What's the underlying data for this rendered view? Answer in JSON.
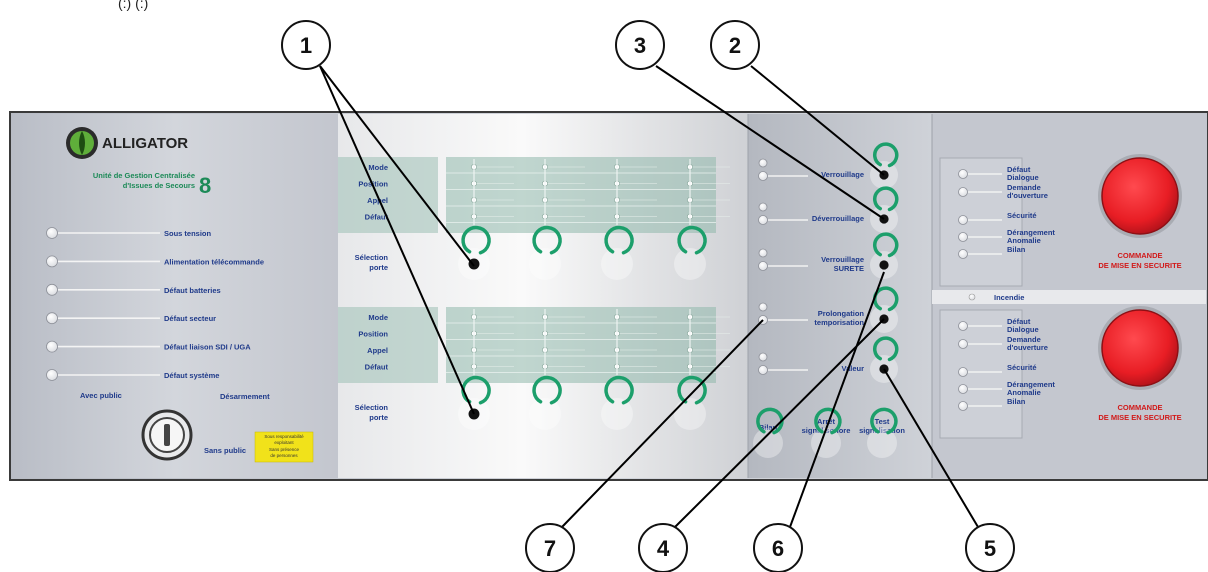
{
  "header_fragment": "(:) (:)",
  "brand": {
    "name": "ALLIGATOR",
    "unit_line1": "Unité de Gestion Centralisée",
    "unit_line2": "d'Issues de Secours",
    "unit_count": "8",
    "logo_icon": "alligator-logo-icon"
  },
  "left_indicators": [
    "Sous tension",
    "Alimentation télécommande",
    "Défaut batteries",
    "Défaut secteur",
    "Défaut liaison SDI / UGA",
    "Défaut système"
  ],
  "key_switch": {
    "label_top_left": "Avec public",
    "label_top_right": "Désarmement",
    "label_bottom": "Sans public",
    "warning_lines": [
      "Sous responsabilité",
      "exploitant",
      "Sans présence",
      "de personnes"
    ]
  },
  "door_group_top": {
    "labels": [
      "Mode",
      "Position",
      "Appel",
      "Défaut"
    ],
    "select_line1": "Sélection",
    "select_line2": "porte"
  },
  "door_group_bottom": {
    "labels": [
      "Mode",
      "Position",
      "Appel",
      "Défaut"
    ],
    "select_line1": "Sélection",
    "select_line2": "porte"
  },
  "function_buttons": [
    {
      "line1": "Verrouillage",
      "line2": ""
    },
    {
      "line1": "Déverrouillage",
      "line2": ""
    },
    {
      "line1": "Verrouillage",
      "line2": "SURETE"
    },
    {
      "line1": "Prolongation",
      "line2": "temporisation"
    },
    {
      "line1": "Valeur",
      "line2": ""
    }
  ],
  "bottom_buttons": [
    {
      "line1": "Bilan",
      "line2": ""
    },
    {
      "line1": "Arrêt",
      "line2": "signal sonore"
    },
    {
      "line1": "Test",
      "line2": "signalisation"
    }
  ],
  "right_panels": [
    {
      "indicators": [
        {
          "line1": "Défaut",
          "line2": "Dialogue"
        },
        {
          "line1": "Demande",
          "line2": "d'ouverture"
        },
        {
          "line1": "Sécurité",
          "line2": ""
        },
        {
          "line1": "Dérangement",
          "line2": "Anomalie"
        },
        {
          "line1": "Bilan",
          "line2": ""
        }
      ],
      "command_line1": "COMMANDE",
      "command_line2": "DE MISE EN SECURITE"
    },
    {
      "indicators": [
        {
          "line1": "Défaut",
          "line2": "Dialogue"
        },
        {
          "line1": "Demande",
          "line2": "d'ouverture"
        },
        {
          "line1": "Sécurité",
          "line2": ""
        },
        {
          "line1": "Dérangement",
          "line2": "Anomalie"
        },
        {
          "line1": "Bilan",
          "line2": ""
        }
      ],
      "command_line1": "COMMANDE",
      "command_line2": "DE MISE EN SECURITE"
    }
  ],
  "incendie_label": "Incendie",
  "callouts": [
    "1",
    "2",
    "3",
    "4",
    "5",
    "6",
    "7"
  ],
  "colors": {
    "panel": "#c9ccd4",
    "label_blue": "#1f3a8a",
    "knob_green": "#1c9f6b",
    "door_strip": "#8fb8ac",
    "alarm_red": "#e81d24",
    "warning_yellow": "#f1e21a"
  }
}
